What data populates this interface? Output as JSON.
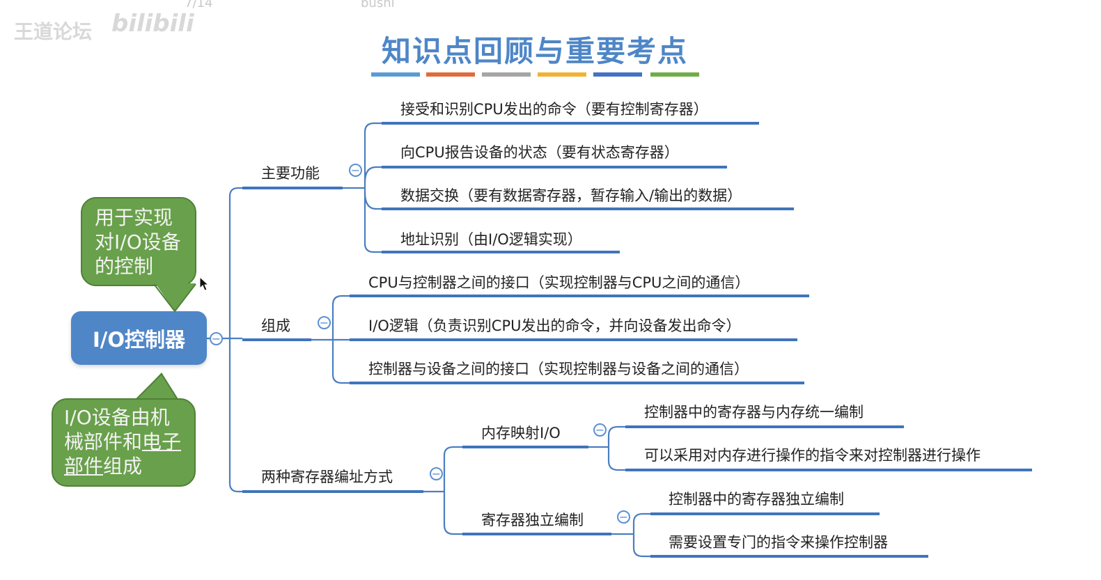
{
  "watermark": {
    "logo_text": "王道论坛",
    "brand": "bilibili",
    "page_fragment": "7/14",
    "author_fragment": "bushi"
  },
  "title": "知识点回顾与重要考点",
  "title_bar_colors": [
    "#5b9bd5",
    "#e06b3a",
    "#a5a5a5",
    "#f2b233",
    "#4472c4",
    "#70ad47"
  ],
  "colors": {
    "accent": "#4f86c8",
    "callout_green": "#69a04b",
    "line": "#4a7ec0"
  },
  "root": {
    "label": "I/O控制器"
  },
  "callouts": {
    "top": {
      "text": "用于实现对I/O设备的控制"
    },
    "bottom": {
      "text_before": "I/O设备由机械部件和",
      "text_underlined": "电子部件",
      "text_after": "组成"
    }
  },
  "branches": {
    "main_function": {
      "label": "主要功能",
      "items": [
        "接受和识别CPU发出的命令（要有控制寄存器）",
        "向CPU报告设备的状态（要有状态寄存器）",
        "数据交换（要有数据寄存器，暂存输入/输出的数据）",
        "地址识别（由I/O逻辑实现）"
      ]
    },
    "composition": {
      "label": "组成",
      "items": [
        "CPU与控制器之间的接口（实现控制器与CPU之间的通信）",
        "I/O逻辑（负责识别CPU发出的命令，并向设备发出命令）",
        "控制器与设备之间的接口（实现控制器与设备之间的通信）"
      ]
    },
    "addressing": {
      "label": "两种寄存器编址方式",
      "memory_mapped": {
        "label": "内存映射I/O",
        "items": [
          "控制器中的寄存器与内存统一编制",
          "可以采用对内存进行操作的指令来对控制器进行操作"
        ]
      },
      "independent": {
        "label": "寄存器独立编制",
        "items": [
          "控制器中的寄存器独立编制",
          "需要设置专门的指令来操作控制器"
        ]
      }
    }
  },
  "icons": {
    "collapse": "collapse-minus-icon",
    "cursor": "mouse-cursor-icon"
  }
}
